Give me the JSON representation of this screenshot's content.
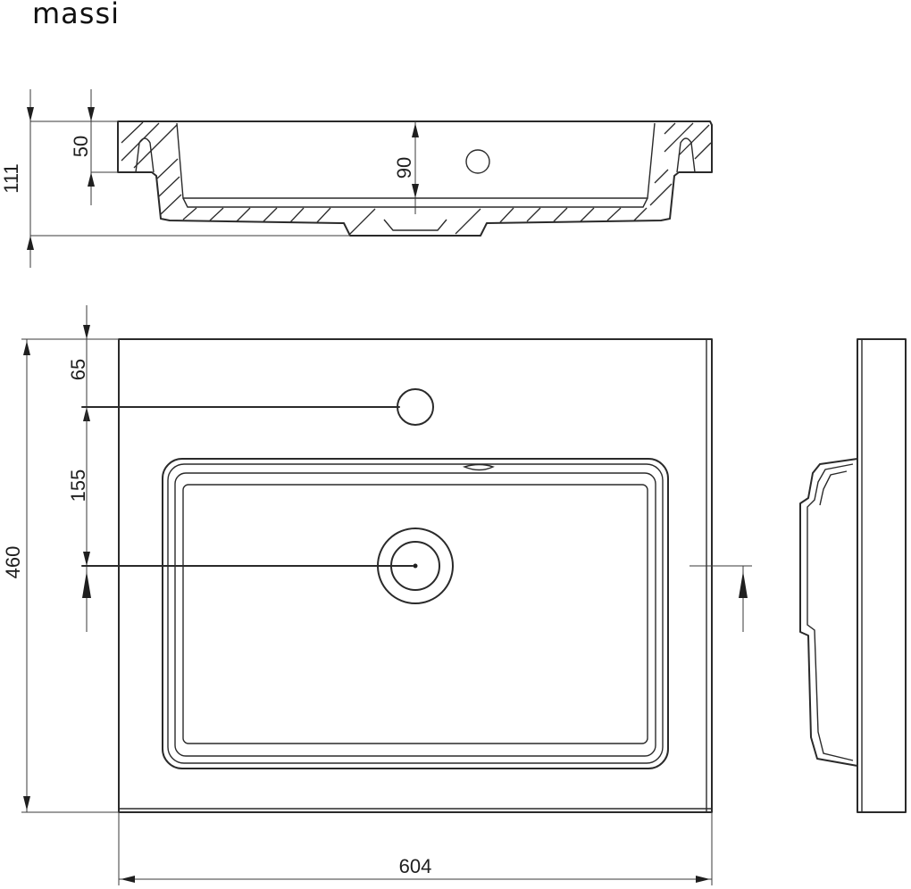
{
  "brand": {
    "logo_text": "massi"
  },
  "dimensions": {
    "total_height": "111",
    "rim_height": "50",
    "basin_depth": "90",
    "tap_hole_offset": "65",
    "drain_offset": "155",
    "depth": "460",
    "width": "604"
  },
  "colors": {
    "line": "#2a2a2a",
    "background": "#ffffff"
  }
}
